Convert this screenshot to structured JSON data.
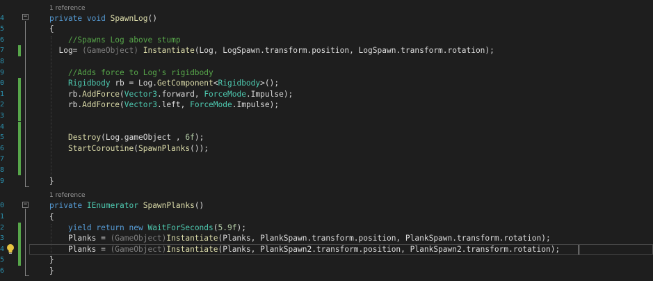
{
  "editor": {
    "theme": {
      "background": "#1e1e1e",
      "keyword": "#569cd6",
      "type": "#4ec9b0",
      "method": "#dcdcaa",
      "comment": "#57a64a",
      "number": "#b5cea8",
      "text": "#dcdcdc",
      "line_number": "#2b91af",
      "change_marker": "#57a64a"
    },
    "lenses": [
      "1 reference",
      "1 reference"
    ],
    "line_numbers": [
      "4",
      "5",
      "6",
      "7",
      "8",
      "9",
      "0",
      "1",
      "2",
      "3",
      "4",
      "5",
      "6",
      "7",
      "8",
      "9",
      "0",
      "1",
      "2",
      "3",
      "4",
      "5",
      "6"
    ],
    "lines": [
      [
        [
          "kw",
          "private "
        ],
        [
          "kw",
          "void "
        ],
        [
          "mt",
          "SpawnLog"
        ],
        [
          "",
          "()"
        ]
      ],
      [
        [
          "",
          "{"
        ]
      ],
      [
        [
          "cm",
          "    //Spawns Log above stump"
        ]
      ],
      [
        [
          "",
          "  Log= "
        ],
        [
          "cast",
          "(GameObject) "
        ],
        [
          "mt",
          "Instantiate"
        ],
        [
          "",
          "(Log, LogSpawn.transform.position, LogSpawn.transform.rotation);"
        ]
      ],
      [],
      [
        [
          "cm",
          "    //Adds force to Log's rigidbody"
        ]
      ],
      [
        [
          "",
          "    "
        ],
        [
          "ty",
          "Rigidbody "
        ],
        [
          "",
          "rb = Log."
        ],
        [
          "mt",
          "GetComponent"
        ],
        [
          "",
          "<"
        ],
        [
          "ty",
          "Rigidbody"
        ],
        [
          "",
          ">();"
        ]
      ],
      [
        [
          "",
          "    rb."
        ],
        [
          "mt",
          "AddForce"
        ],
        [
          "",
          "("
        ],
        [
          "ty",
          "Vector3"
        ],
        [
          "",
          ".forward, "
        ],
        [
          "ty",
          "ForceMode"
        ],
        [
          "",
          ".Impulse);"
        ]
      ],
      [
        [
          "",
          "    rb."
        ],
        [
          "mt",
          "AddForce"
        ],
        [
          "",
          "("
        ],
        [
          "ty",
          "Vector3"
        ],
        [
          "",
          ".left, "
        ],
        [
          "ty",
          "ForceMode"
        ],
        [
          "",
          ".Impulse);"
        ]
      ],
      [],
      [],
      [
        [
          "",
          "    "
        ],
        [
          "mt",
          "Destroy"
        ],
        [
          "",
          "(Log.gameObject , "
        ],
        [
          "nu",
          "6f"
        ],
        [
          "",
          ");"
        ]
      ],
      [
        [
          "",
          "    "
        ],
        [
          "mt",
          "StartCoroutine"
        ],
        [
          "",
          "("
        ],
        [
          "mt",
          "SpawnPlanks"
        ],
        [
          "",
          "());"
        ]
      ],
      [],
      [],
      [
        [
          "",
          "}"
        ]
      ],
      [
        [
          "kw",
          "private "
        ],
        [
          "ty",
          "IEnumerator "
        ],
        [
          "mt",
          "SpawnPlanks"
        ],
        [
          "",
          "()"
        ]
      ],
      [
        [
          "",
          "{"
        ]
      ],
      [
        [
          "",
          "    "
        ],
        [
          "kw",
          "yield return new "
        ],
        [
          "ty",
          "WaitForSeconds"
        ],
        [
          "",
          "("
        ],
        [
          "nu",
          "5.9f"
        ],
        [
          "",
          ");"
        ]
      ],
      [
        [
          "",
          "    Planks = "
        ],
        [
          "cast",
          "(GameObject)"
        ],
        [
          "mt",
          "Instantiate"
        ],
        [
          "",
          "(Planks, PlankSpawn.transform.position, PlankSpawn.transform.rotation);"
        ]
      ],
      [
        [
          "",
          "    Planks = "
        ],
        [
          "cast",
          "(GameObject)"
        ],
        [
          "mt",
          "Instantiate"
        ],
        [
          "",
          "(Planks, PlankSpawn2.transform.position, PlankSpawn2.transform.rotation);"
        ]
      ],
      [
        [
          "",
          "}"
        ]
      ],
      [
        [
          "",
          "}"
        ]
      ]
    ]
  }
}
